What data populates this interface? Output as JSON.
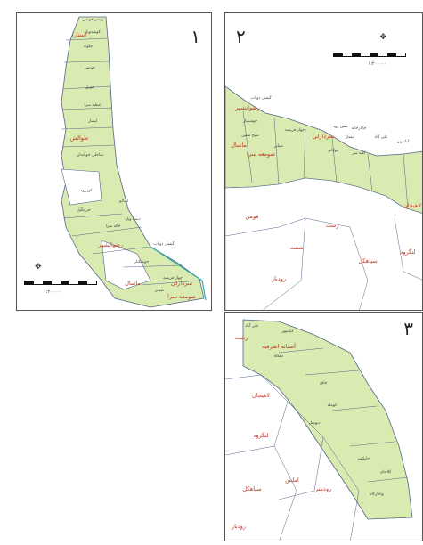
{
  "panels": [
    {
      "number": "۱",
      "scale_text": "۱:۲۰۰۰۰۰",
      "labels": [
        {
          "t": "ویسر حوشی",
          "c": "#444"
        },
        {
          "t": "آستارا",
          "c": "#c0392b"
        },
        {
          "t": "کوشدویل",
          "c": "#444"
        },
        {
          "t": "چلوند",
          "c": "#444"
        },
        {
          "t": "جوسر",
          "c": "#444"
        },
        {
          "t": "حویق",
          "c": "#444"
        },
        {
          "t": "عطیه سرا",
          "c": "#444"
        },
        {
          "t": "لیسار",
          "c": "#444"
        },
        {
          "t": "طوالش",
          "c": "#c0392b"
        },
        {
          "t": "ساحلی جوکندان",
          "c": "#444"
        },
        {
          "t": "کوزرود",
          "c": "#444"
        },
        {
          "t": "خرجگیل",
          "c": "#444"
        },
        {
          "t": "اسالم",
          "c": "#444"
        },
        {
          "t": "خاله سرا",
          "c": "#444"
        },
        {
          "t": "دیشا ویل",
          "c": "#444"
        },
        {
          "t": "رضوانشهر",
          "c": "#c0392b"
        },
        {
          "t": "گیسل دولاب",
          "c": "#444"
        },
        {
          "t": "خوشکنار",
          "c": "#444"
        },
        {
          "t": "چهار فریضه",
          "c": "#444"
        },
        {
          "t": "سردارلی",
          "c": "#c0392b"
        },
        {
          "t": "صومعه سرا",
          "c": "#c0392b"
        },
        {
          "t": "ماسال",
          "c": "#c0392b"
        },
        {
          "t": "ضیابر",
          "c": "#444"
        }
      ]
    },
    {
      "number": "۲",
      "scale_text": "۱:۲۰۰۰۰۰",
      "labels": [
        {
          "t": "گیسل دولاب",
          "c": "#444"
        },
        {
          "t": "رضوانشهر",
          "c": "#c0392b"
        },
        {
          "t": "خوشکنار",
          "c": "#444"
        },
        {
          "t": "شیخ نشین",
          "c": "#444"
        },
        {
          "t": "ماسال",
          "c": "#c0392b"
        },
        {
          "t": "صومعه سرا",
          "c": "#c0392b"
        },
        {
          "t": "ضیابر",
          "c": "#444"
        },
        {
          "t": "چهار فریضه",
          "c": "#444"
        },
        {
          "t": "سردارلی",
          "c": "#c0392b"
        },
        {
          "t": "لیسار",
          "c": "#444"
        },
        {
          "t": "حسن رود",
          "c": "#444"
        },
        {
          "t": "چاپارخانه",
          "c": "#444"
        },
        {
          "t": "چوکام",
          "c": "#444"
        },
        {
          "t": "کلیه سر",
          "c": "#444"
        },
        {
          "t": "علی آباد",
          "c": "#444"
        },
        {
          "t": "کیاشهر",
          "c": "#444"
        },
        {
          "t": "لاهیجان",
          "c": "#c0392b"
        },
        {
          "t": "فومن",
          "c": "#c0392b"
        },
        {
          "t": "رشت",
          "c": "#c0392b"
        },
        {
          "t": "شفت",
          "c": "#c0392b"
        },
        {
          "t": "سیاهکل",
          "c": "#c0392b"
        },
        {
          "t": "لنگرود",
          "c": "#c0392b"
        },
        {
          "t": "رودبار",
          "c": "#c0392b"
        }
      ]
    },
    {
      "number": "۳",
      "scale_text": "",
      "labels": [
        {
          "t": "علی آباد",
          "c": "#444"
        },
        {
          "t": "کیاشهر",
          "c": "#444"
        },
        {
          "t": "رشت",
          "c": "#c0392b"
        },
        {
          "t": "آستانه اشرفیه",
          "c": "#c0392b"
        },
        {
          "t": "دهکاه",
          "c": "#444"
        },
        {
          "t": "چاف",
          "c": "#444"
        },
        {
          "t": "لاهیجان",
          "c": "#c0392b"
        },
        {
          "t": "لنگرود",
          "c": "#c0392b"
        },
        {
          "t": "کومله",
          "c": "#444"
        },
        {
          "t": "دیوشل",
          "c": "#444"
        },
        {
          "t": "سیاهکل",
          "c": "#c0392b"
        },
        {
          "t": "املش",
          "c": "#c0392b"
        },
        {
          "t": "رودسر",
          "c": "#c0392b"
        },
        {
          "t": "چابکسر",
          "c": "#444"
        },
        {
          "t": "کلاچای",
          "c": "#444"
        },
        {
          "t": "واجارگاه",
          "c": "#444"
        },
        {
          "t": "رودبار",
          "c": "#c0392b"
        }
      ]
    }
  ],
  "colors": {
    "region": "#d9ebb0",
    "border": "#556688",
    "sea": "#ffffff"
  }
}
